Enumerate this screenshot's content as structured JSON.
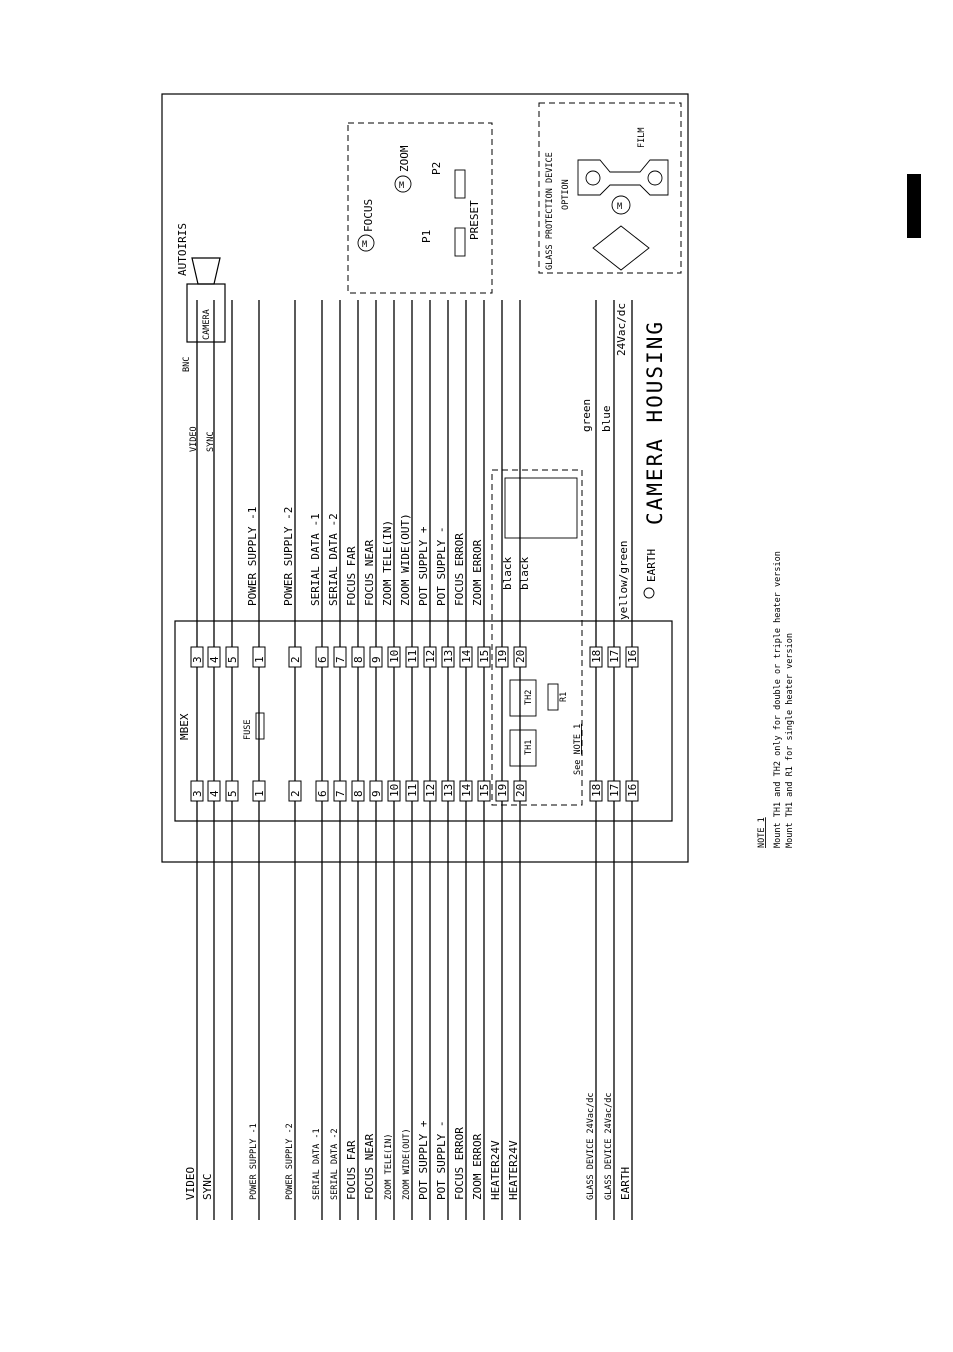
{
  "housing_title": "CAMERA HOUSING",
  "mbex": "MBEX",
  "fuse": "FUSE",
  "camera": "CAMERA",
  "bnc": "BNC",
  "autoiris": "AUTOIRIS",
  "focus": "FOCUS",
  "zoom": "ZOOM",
  "p1": "P1",
  "p2": "P2",
  "preset": "PRESET",
  "motor": "M",
  "glass_title": "GLASS PROTECTION DEVICE",
  "glass_option": "OPTION",
  "film": "FILM",
  "wire_colors": {
    "green": "green",
    "blue": "blue",
    "ac": "24Vac/dc",
    "black1": "black",
    "black2": "black",
    "yellow_green": "yellow/green",
    "earth": "EARTH"
  },
  "inner_labels": {
    "video": "VIDEO",
    "sync": "SYNC",
    "ps1": "POWER SUPPLY -1",
    "ps2": "POWER SUPPLY -2",
    "sd1": "SERIAL DATA -1",
    "sd2": "SERIAL DATA -2",
    "ffar": "FOCUS FAR",
    "fnear": "FOCUS NEAR",
    "ztele": "ZOOM TELE(IN)",
    "zwide": "ZOOM WIDE(OUT)",
    "potp": "POT SUPPLY +",
    "potm": "POT SUPPLY -",
    "ferr": "FOCUS ERROR",
    "zerr": "ZOOM ERROR"
  },
  "th1": "TH1",
  "th2": "TH2",
  "r1": "R1",
  "see_note_prefix": "See ",
  "see_note_link": "NOTE 1",
  "pins_left": [
    "3",
    "4",
    "5",
    "1",
    "2",
    "6",
    "7",
    "8",
    "9",
    "10",
    "11",
    "12",
    "13",
    "14",
    "15",
    "19",
    "20",
    "18",
    "17",
    "16"
  ],
  "pins_right": [
    "3",
    "4",
    "5",
    "1",
    "2",
    "6",
    "7",
    "8",
    "9",
    "10",
    "11",
    "12",
    "13",
    "14",
    "15",
    "19",
    "20",
    "18",
    "17",
    "16"
  ],
  "outer_labels": [
    "VIDEO",
    "SYNC",
    "POWER SUPPLY -1",
    "POWER SUPPLY -2",
    "SERIAL DATA -1",
    "SERIAL DATA -2",
    "FOCUS FAR",
    "FOCUS NEAR",
    "ZOOM TELE(IN)",
    "ZOOM WIDE(OUT)",
    "POT SUPPLY +",
    "POT SUPPLY -",
    "FOCUS ERROR",
    "ZOOM ERROR",
    "HEATER24V",
    "HEATER24V",
    "GLASS DEVICE 24Vac/dc",
    "GLASS DEVICE 24Vac/dc",
    "EARTH"
  ],
  "note": {
    "title": "NOTE 1",
    "line1": "Mount TH1 and TH2 only for double or triple heater version",
    "line2": "Mount TH1 and R1 for single heater version"
  }
}
